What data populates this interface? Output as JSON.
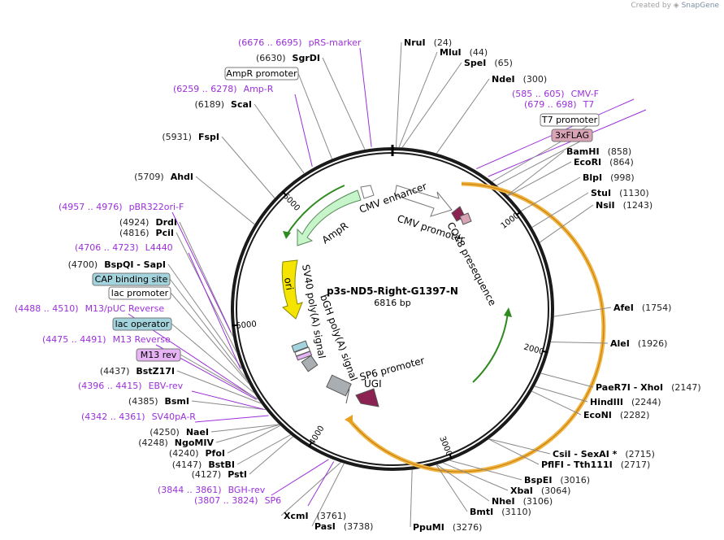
{
  "credit": {
    "prefix": "Created by",
    "brand": "SnapGene"
  },
  "plasmid": {
    "name": "p3s-ND5-Right-G1397-N",
    "size_label": "6816 bp",
    "length": 6816
  },
  "ticks": [
    "1000",
    "2000",
    "3000",
    "4000",
    "5000",
    "6000"
  ],
  "sites": [
    {
      "name": "NruI",
      "pos": "(24)"
    },
    {
      "name": "MluI",
      "pos": "(44)"
    },
    {
      "name": "SpeI",
      "pos": "(65)"
    },
    {
      "name": "NdeI",
      "pos": "(300)"
    },
    {
      "name": "BamHI",
      "pos": "(858)"
    },
    {
      "name": "EcoRI",
      "pos": "(864)"
    },
    {
      "name": "BlpI",
      "pos": "(998)"
    },
    {
      "name": "StuI",
      "pos": "(1130)"
    },
    {
      "name": "NsiI",
      "pos": "(1243)"
    },
    {
      "name": "AfeI",
      "pos": "(1754)"
    },
    {
      "name": "AleI",
      "pos": "(1926)"
    },
    {
      "name": "PaeR7I - XhoI",
      "pos": "(2147)"
    },
    {
      "name": "HindIII",
      "pos": "(2244)"
    },
    {
      "name": "EcoNI",
      "pos": "(2282)"
    },
    {
      "name": "CsiI - SexAI *",
      "pos": "(2715)"
    },
    {
      "name": "PflFI - Tth111I",
      "pos": "(2717)"
    },
    {
      "name": "BspEI",
      "pos": "(3016)"
    },
    {
      "name": "XbaI",
      "pos": "(3064)"
    },
    {
      "name": "NheI",
      "pos": "(3106)"
    },
    {
      "name": "BmtI",
      "pos": "(3110)"
    },
    {
      "name": "PpuMI",
      "pos": "(3276)"
    },
    {
      "name": "PasI",
      "pos": "(3738)"
    },
    {
      "name": "XcmI",
      "pos": "(3761)"
    },
    {
      "name": "PstI",
      "pos": "(4127)"
    },
    {
      "name": "BstBI",
      "pos": "(4147)"
    },
    {
      "name": "PfoI",
      "pos": "(4240)"
    },
    {
      "name": "NgoMIV",
      "pos": "(4248)"
    },
    {
      "name": "NaeI",
      "pos": "(4250)"
    },
    {
      "name": "BsmI",
      "pos": "(4385)"
    },
    {
      "name": "BstZ17I",
      "pos": "(4437)"
    },
    {
      "name": "BspQI - SapI",
      "pos": "(4700)"
    },
    {
      "name": "PciI",
      "pos": "(4816)"
    },
    {
      "name": "DrdI",
      "pos": "(4924)"
    },
    {
      "name": "AhdI",
      "pos": "(5709)"
    },
    {
      "name": "FspI",
      "pos": "(5931)"
    },
    {
      "name": "ScaI",
      "pos": "(6189)"
    },
    {
      "name": "SgrDI",
      "pos": "(6630)"
    }
  ],
  "primers": [
    {
      "range": "(6676 .. 6695)",
      "name": "pRS-marker"
    },
    {
      "range": "(6259 .. 6278)",
      "name": "Amp-R"
    },
    {
      "range": "(585 .. 605)",
      "name": "CMV-F"
    },
    {
      "range": "(679 .. 698)",
      "name": "T7"
    },
    {
      "range": "(4957 .. 4976)",
      "name": "pBR322ori-F"
    },
    {
      "range": "(4706 .. 4723)",
      "name": "L4440"
    },
    {
      "range": "(4488 .. 4510)",
      "name": "M13/pUC Reverse"
    },
    {
      "range": "(4475 .. 4491)",
      "name": "M13 Reverse"
    },
    {
      "range": "(4396 .. 4415)",
      "name": "EBV-rev"
    },
    {
      "range": "(4342 .. 4361)",
      "name": "SV40pA-R"
    },
    {
      "range": "(3844 .. 3861)",
      "name": "BGH-rev"
    },
    {
      "range": "(3807 .. 3824)",
      "name": "SP6"
    }
  ],
  "boxed_labels": [
    {
      "text": "AmpR promoter",
      "color": "#ffffff"
    },
    {
      "text": "T7 promoter",
      "color": "#ffffff"
    },
    {
      "text": "3xFLAG",
      "color": "#d8a3b5"
    },
    {
      "text": "CAP binding site",
      "color": "#a3d3dc"
    },
    {
      "text": "lac promoter",
      "color": "#ffffff"
    },
    {
      "text": "lac operator",
      "color": "#a3d3dc"
    },
    {
      "text": "M13 rev",
      "color": "#e6b3f5"
    }
  ],
  "features": [
    {
      "text": "CMV enhancer"
    },
    {
      "text": "CMV promoter"
    },
    {
      "text": "COX8 presequence"
    },
    {
      "text": "AmpR"
    },
    {
      "text": "ori"
    },
    {
      "text": "SV40 poly(A) signal"
    },
    {
      "text": "bGH poly(A) signal"
    },
    {
      "text": "SP6 promoter"
    },
    {
      "text": "UGI"
    }
  ],
  "colors": {
    "primer": "#9b30d9",
    "orf_orange": "#f0b445",
    "ampr_green": "#c6f5c9",
    "ori_yellow": "#f5e300",
    "ugi": "#8b2252",
    "gray_feature": "#a9aeb2"
  }
}
